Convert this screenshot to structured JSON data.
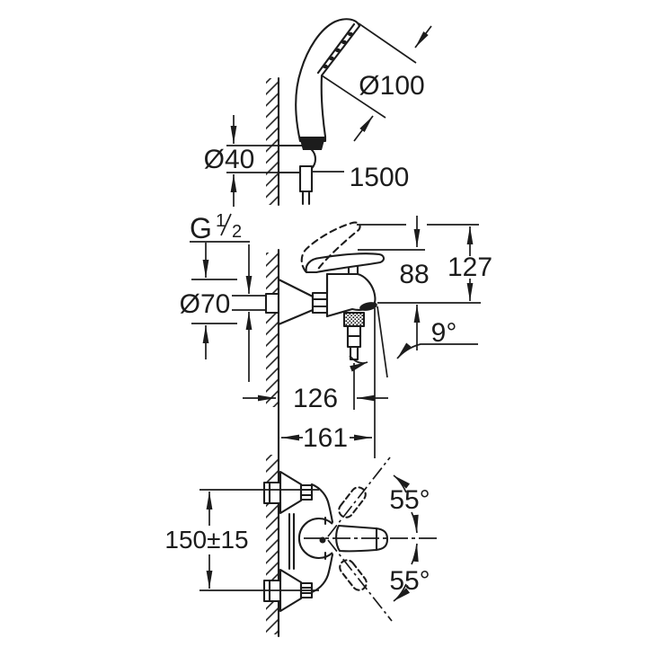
{
  "drawing": {
    "background": "#ffffff",
    "line_color": "#1c1c1c",
    "views": {
      "hand_shower": {
        "label": "hand shower on wall holder",
        "dims": {
          "head_diameter": "Ø100",
          "hose_length": "1500",
          "holder_diameter": "Ø40"
        }
      },
      "mixer_side": {
        "label": "bath mixer side elevation",
        "dims": {
          "thread_g": "G",
          "thread_numerator": "1",
          "thread_slash": "/",
          "thread_denominator": "2",
          "escutcheon_diameter": "Ø70",
          "height_body": "88",
          "height_lever": "127",
          "spout_tilt": "9°",
          "projection_aerator": "126",
          "projection_spout": "161"
        }
      },
      "mixer_plan": {
        "label": "bath mixer plan view",
        "dims": {
          "centre_distance": "150±15",
          "lever_swing_up": "55°",
          "lever_swing_down": "55°"
        }
      }
    }
  }
}
